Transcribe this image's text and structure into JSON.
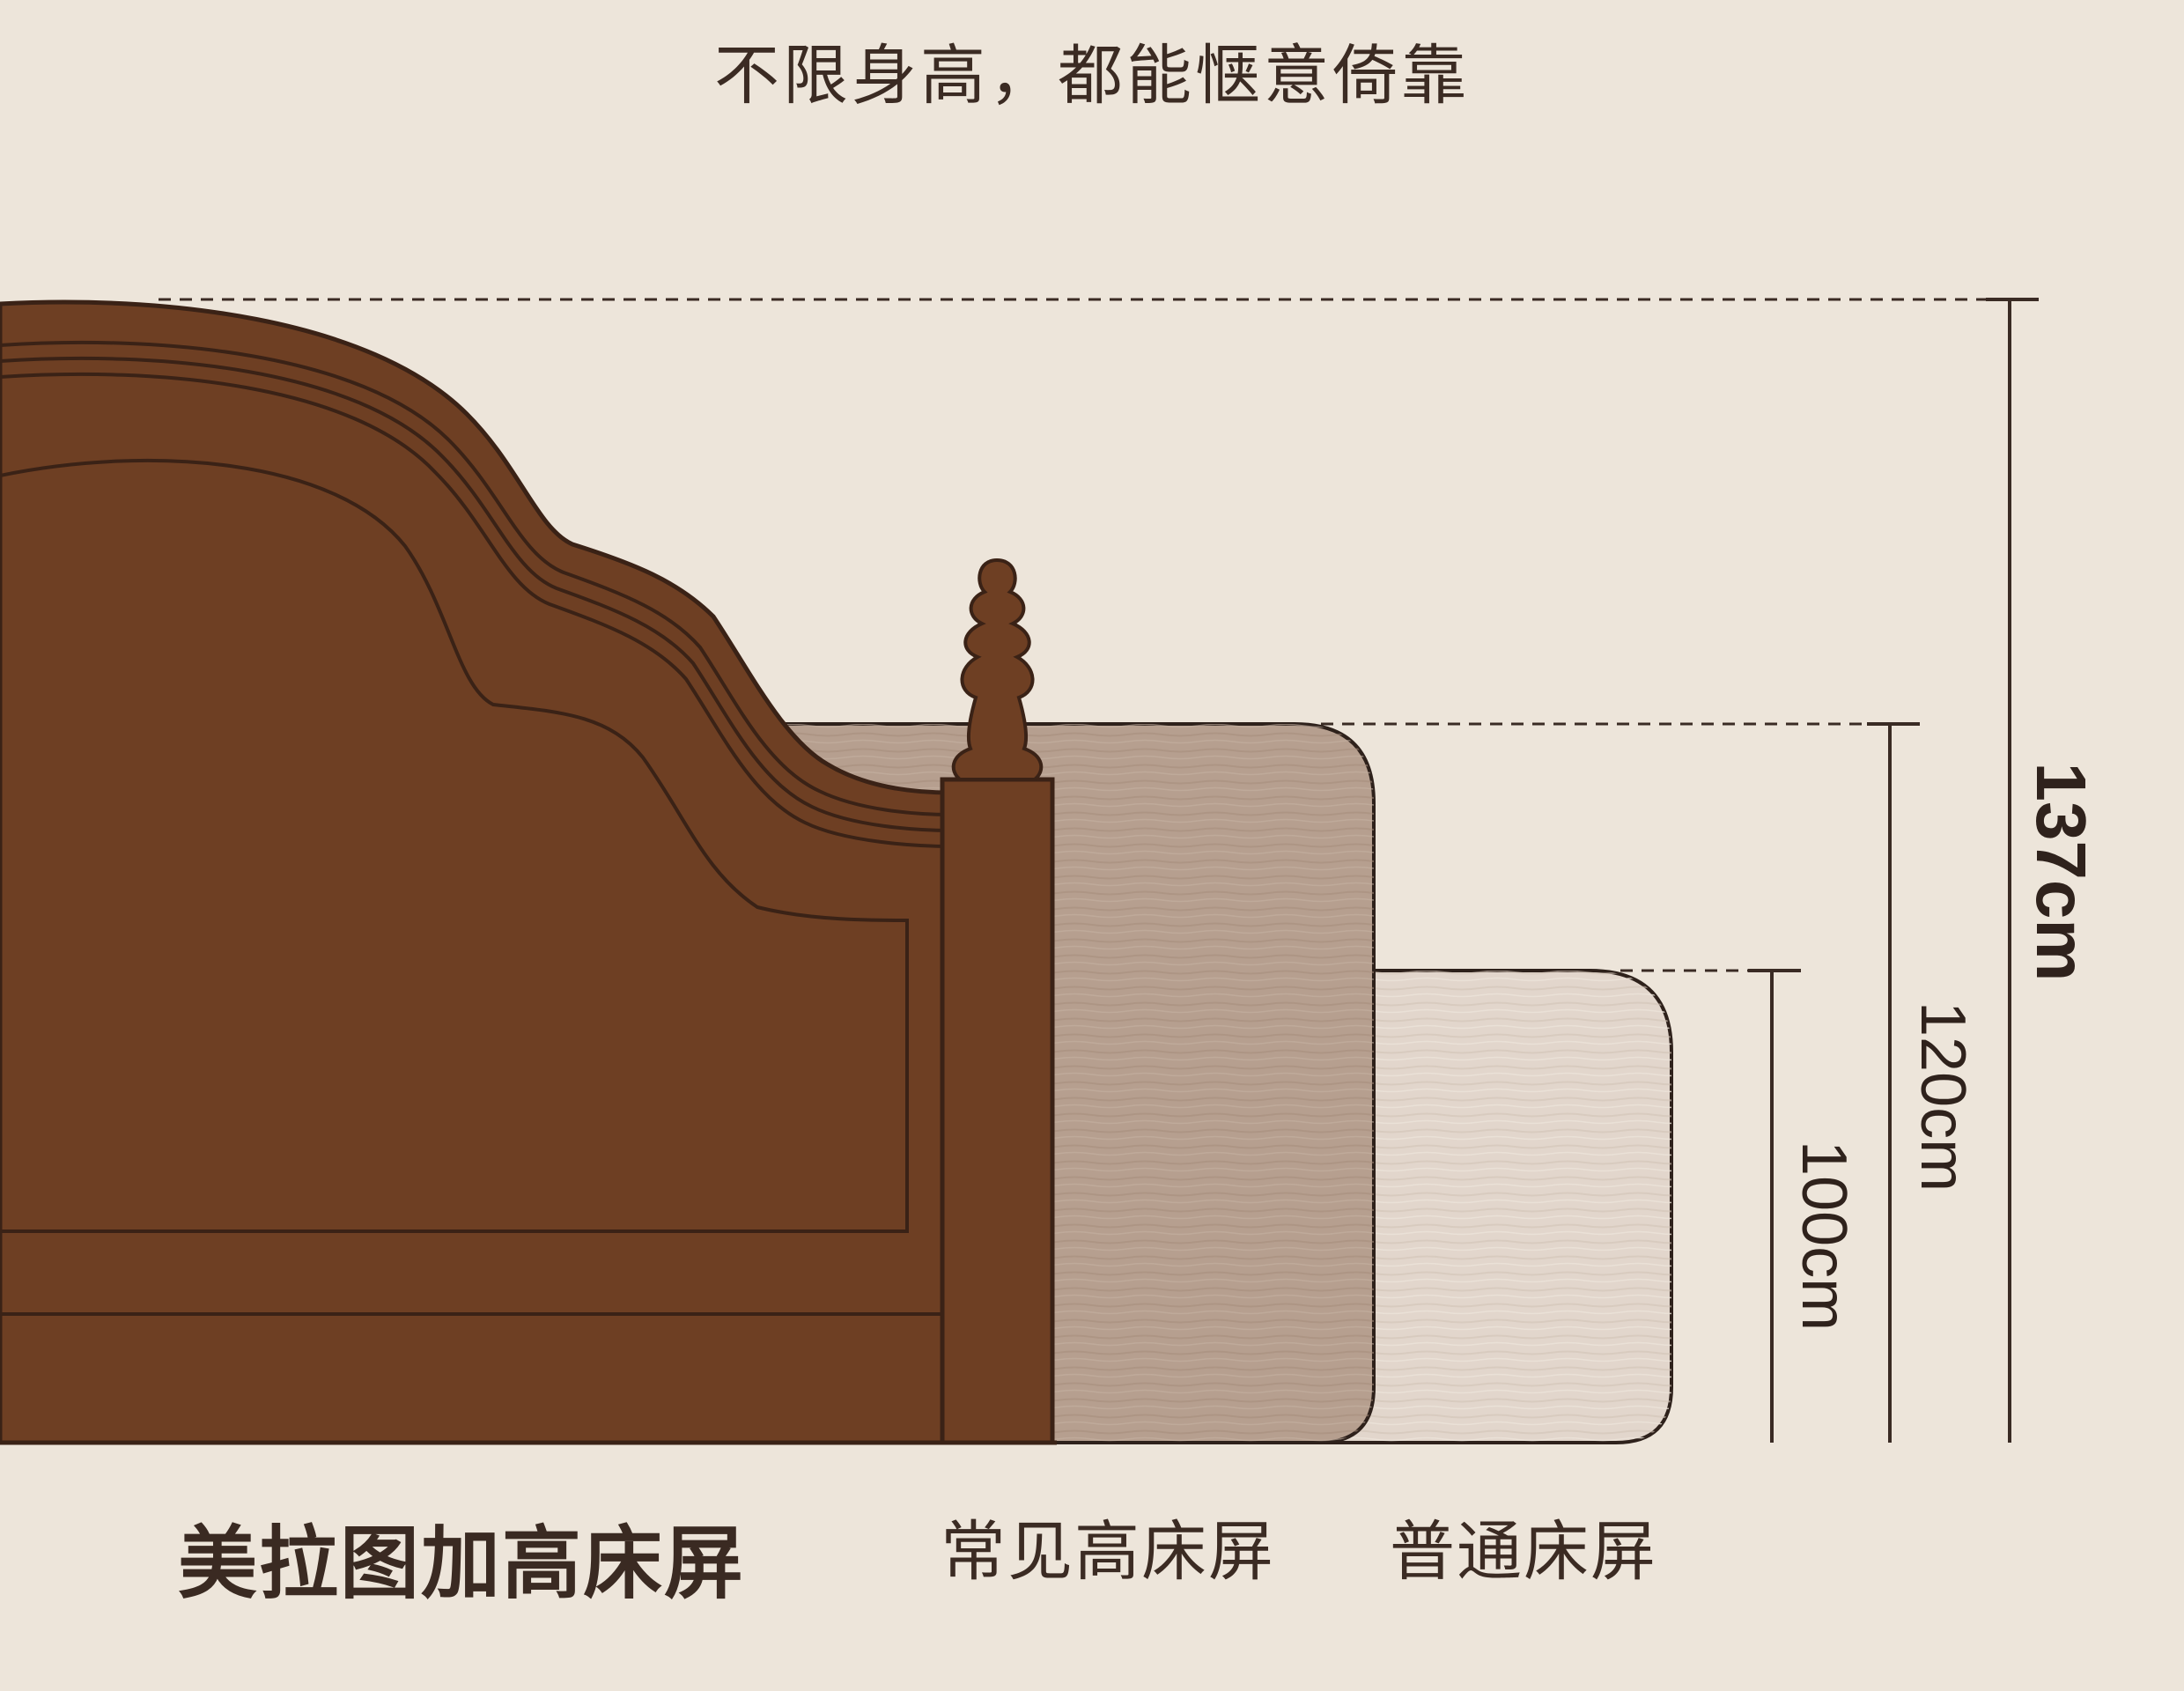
{
  "headline": "不限身高，都能惬意倚靠",
  "captions": {
    "primary": "美拉图加高床屏",
    "common": "常见高床屏",
    "normal": "普通床屏"
  },
  "dimensions": {
    "tall": "137cm",
    "mid": "120cm",
    "low": "100cm"
  },
  "colors": {
    "background": "#ede5da",
    "headboard_wood": "#6e3f23",
    "headboard_outline": "#3a2216",
    "common_board": "#b69f8f",
    "normal_board": "#e2d6cc",
    "text_dark": "#3b2b23"
  }
}
